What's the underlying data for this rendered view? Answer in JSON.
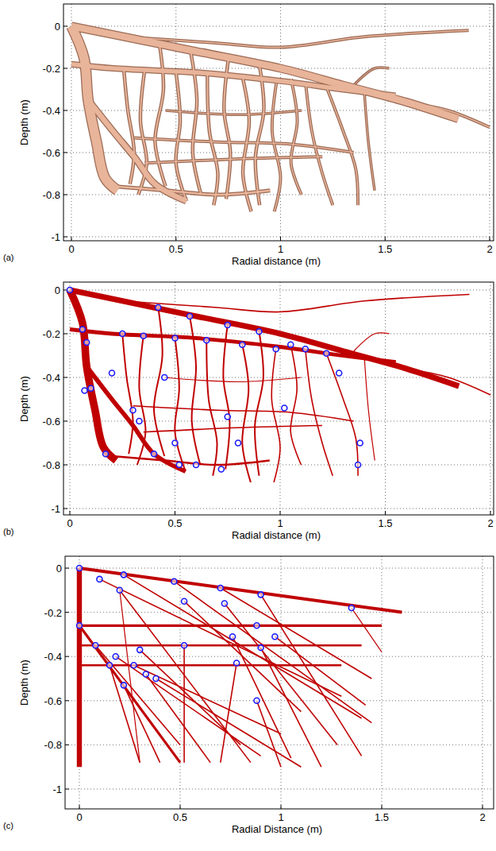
{
  "diagram": {
    "labels": [
      "0",
      "-0.2",
      "-0.4",
      "-0.6",
      "-0.8",
      "-1",
      "Depth (m)",
      "0",
      "0.5",
      "1",
      "1.5",
      "2",
      "Radial distance (m)",
      "(a)",
      "0",
      "-0.2",
      "-0.4",
      "-0.6",
      "-0.8",
      "-1",
      "Depth (m)",
      "0",
      "0.5",
      "1",
      "1.5",
      "2",
      "Radial distance (m)",
      "(b)",
      "0",
      "-0.2",
      "-0.4",
      "-0.6",
      "-0.8",
      "-1",
      "Depth (m)",
      "0",
      "0.5",
      "1",
      "1.5",
      "2",
      "Radial Distance (m)",
      "(c)"
    ]
  }
}
